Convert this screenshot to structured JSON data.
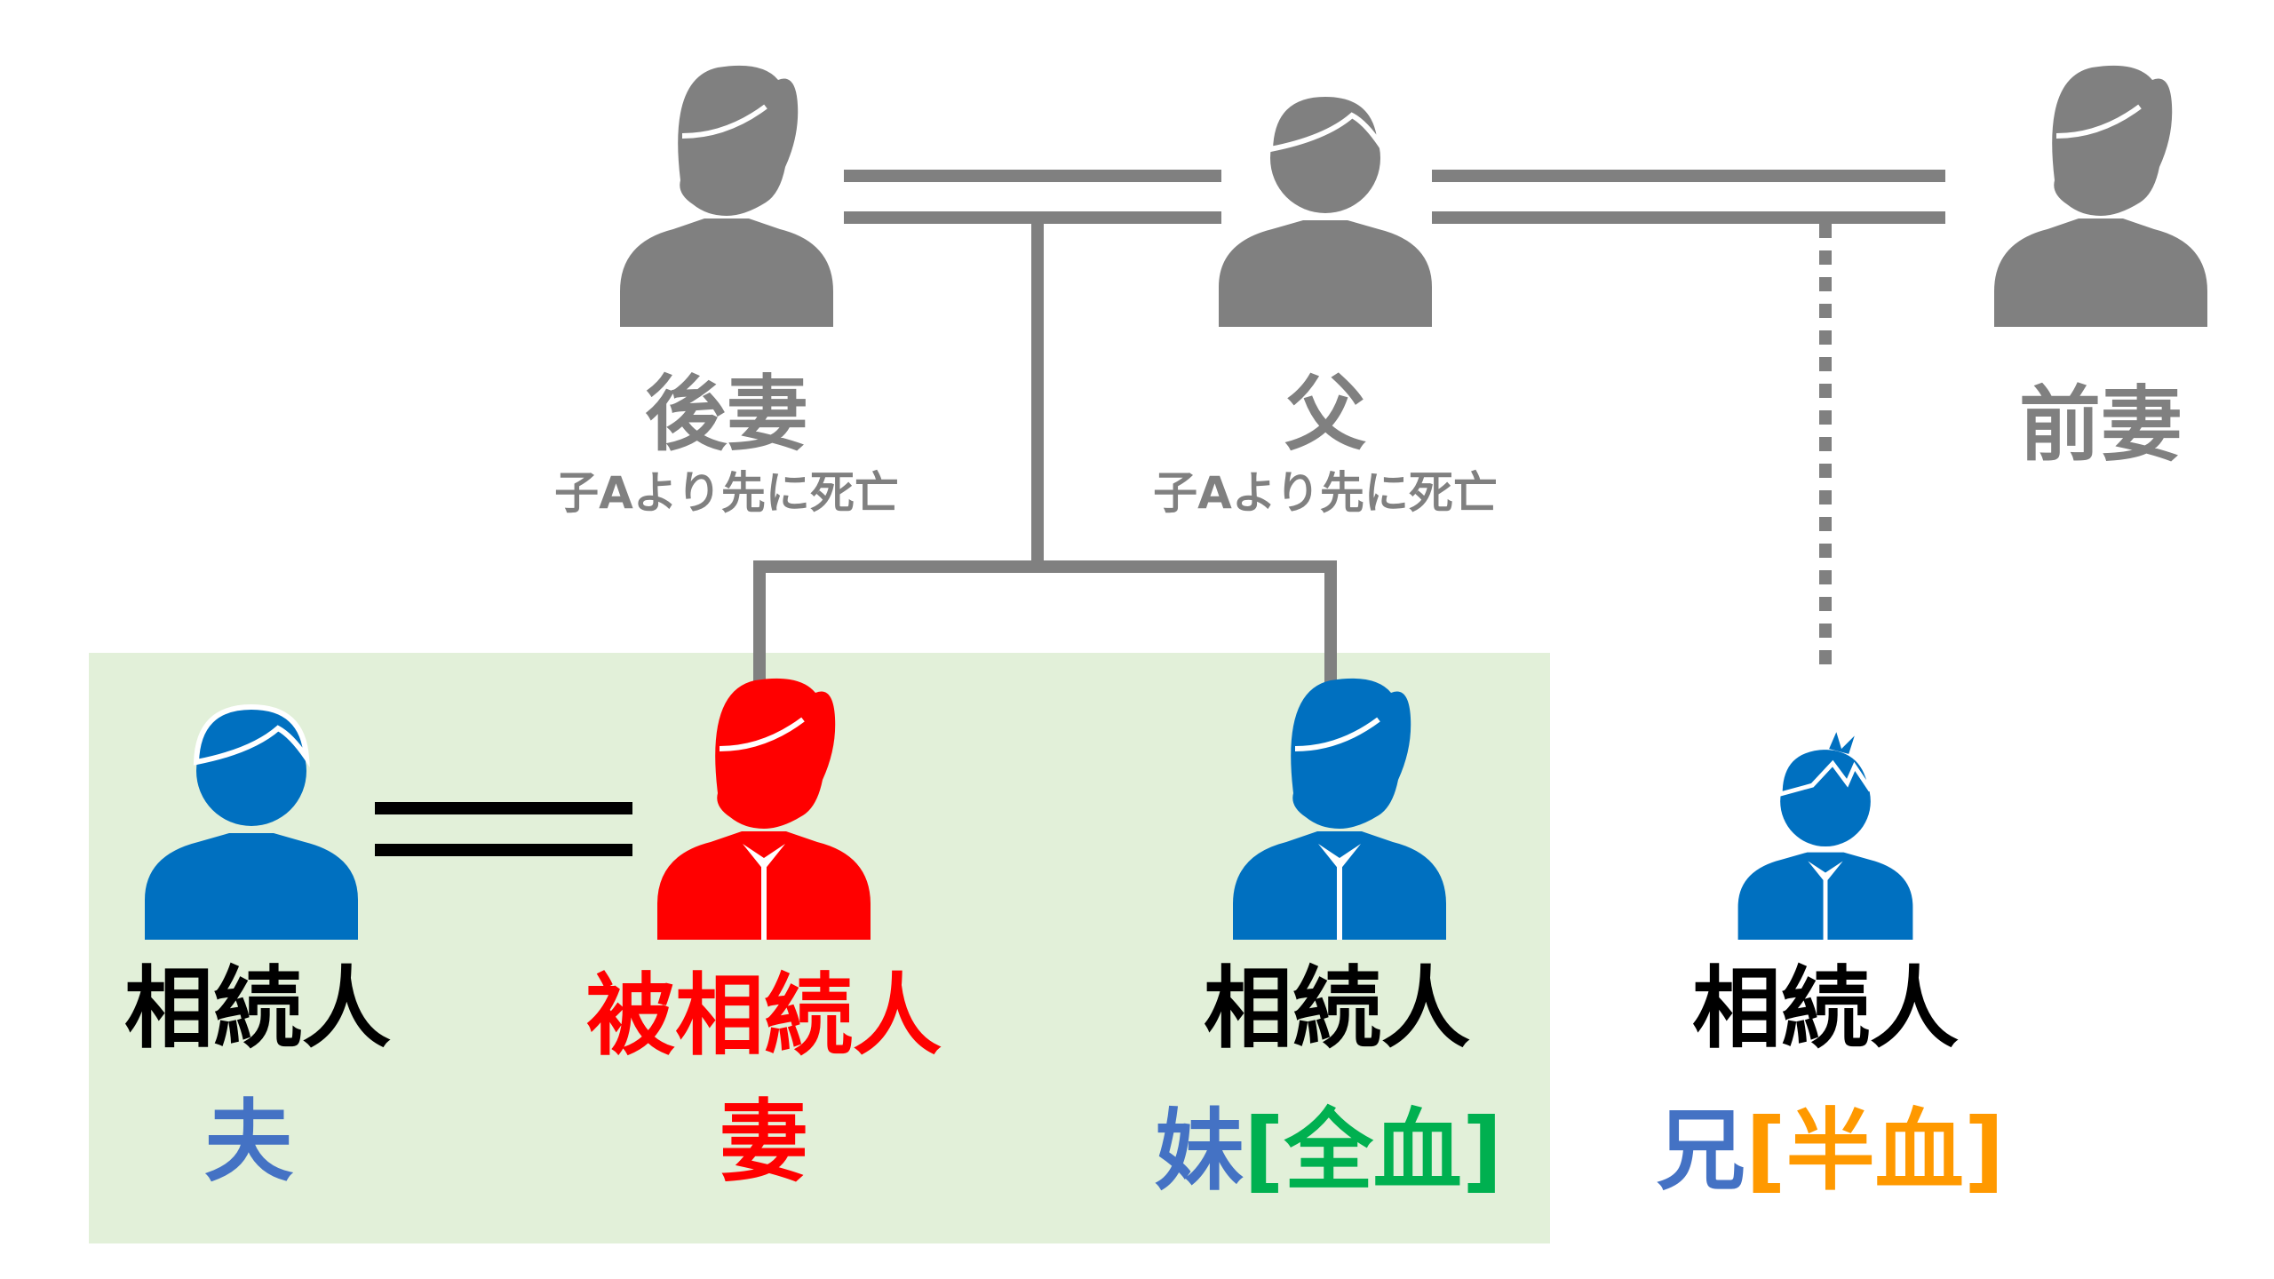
{
  "colors": {
    "gray": "#808080",
    "blue": "#0070C0",
    "red": "#FF0000",
    "black": "#000000",
    "green_bg": "#E2F0D9",
    "label_blue": "#4472C4",
    "green_text": "#00B050",
    "orange_text": "#FF9900"
  },
  "parents": {
    "second_wife": {
      "icon": "woman-icon",
      "name": "後妻",
      "note": "子Aより先に死亡"
    },
    "father": {
      "icon": "man-icon",
      "name": "父",
      "note": "子Aより先に死亡"
    },
    "former_wife": {
      "icon": "woman-icon",
      "name": "前妻"
    }
  },
  "children": {
    "husband": {
      "icon": "man-icon",
      "role": "相続人",
      "relation": "夫"
    },
    "deceased": {
      "icon": "woman-icon",
      "role": "被相続人",
      "relation": "妻"
    },
    "sister": {
      "icon": "woman-icon",
      "role": "相続人",
      "relation": "妹",
      "bracket_open": "[",
      "blood": "全血",
      "bracket_close": "]"
    },
    "brother": {
      "icon": "boy-icon",
      "role": "相続人",
      "relation": "兄",
      "bracket_open": "[",
      "blood": "半血",
      "bracket_close": "]"
    }
  }
}
